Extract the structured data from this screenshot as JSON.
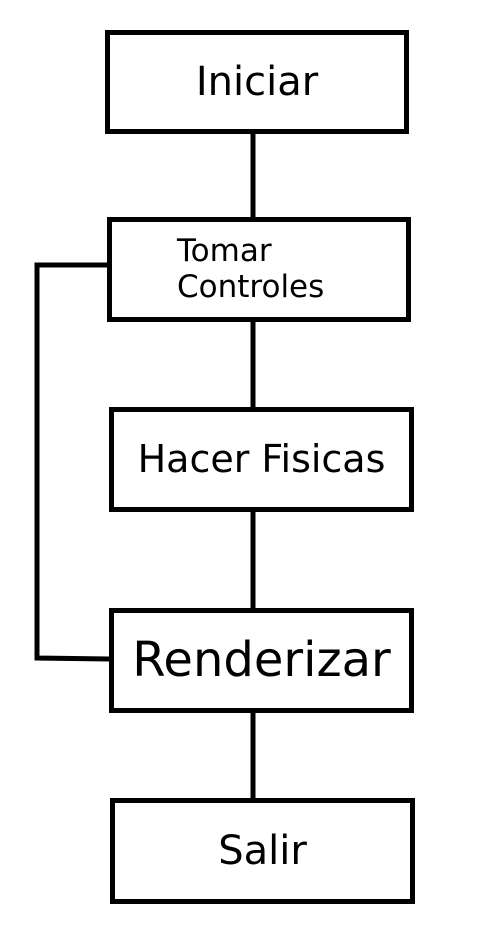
{
  "diagram": {
    "type": "flowchart",
    "nodes": [
      {
        "id": "iniciar",
        "label": "Iniciar"
      },
      {
        "id": "tomar",
        "label": "Tomar\nControles"
      },
      {
        "id": "fisicas",
        "label": "Hacer Fisicas"
      },
      {
        "id": "render",
        "label": "Renderizar"
      },
      {
        "id": "salir",
        "label": "Salir"
      }
    ],
    "edges": [
      {
        "from": "iniciar",
        "to": "tomar"
      },
      {
        "from": "tomar",
        "to": "fisicas"
      },
      {
        "from": "fisicas",
        "to": "render"
      },
      {
        "from": "render",
        "to": "salir"
      },
      {
        "from": "render",
        "to": "tomar",
        "kind": "loop"
      }
    ],
    "colors": {
      "stroke": "#000000",
      "fill": "#ffffff",
      "text": "#000000"
    }
  }
}
